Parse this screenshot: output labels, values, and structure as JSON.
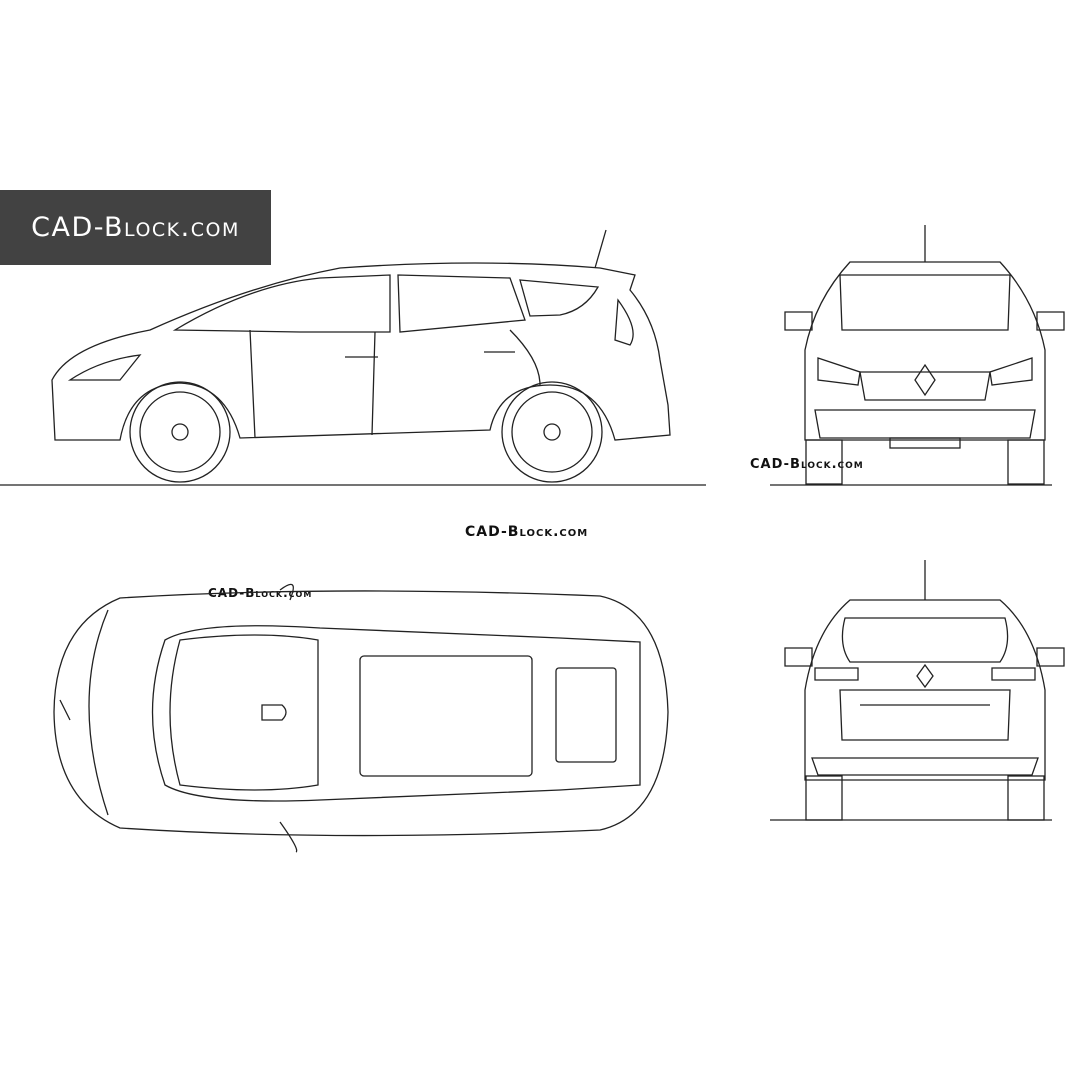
{
  "logo": {
    "text": "CAD-Block.com",
    "background": "#424242"
  },
  "watermarks": [
    {
      "text": "CAD-Block.com"
    },
    {
      "text": "CAD-Block.com"
    },
    {
      "text": "CAD-Block.com"
    }
  ],
  "views": [
    "side",
    "front",
    "top",
    "rear"
  ]
}
